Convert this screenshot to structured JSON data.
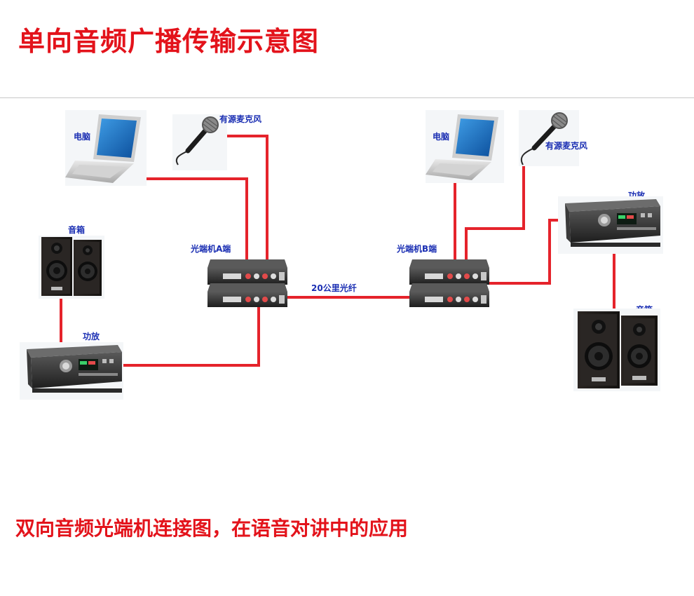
{
  "title": "单向音频广播传输示意图",
  "subtitle": "双向音频光端机连接图，在语音对讲中的应用",
  "labels": {
    "left_computer": "电脑",
    "left_mic": "有源麦克风",
    "left_speaker": "音箱",
    "left_amp": "功放",
    "terminal_a": "光端机A端",
    "fiber": "20公里光纤",
    "terminal_b": "光端机B端",
    "right_computer": "电脑",
    "right_mic": "有源麦克风",
    "right_amp": "功放",
    "right_speaker": "音箱"
  },
  "colors": {
    "title": "#e3131b",
    "wire": "#e5232b",
    "label": "#1b2fb3"
  },
  "icons": {
    "computer": "laptop-icon",
    "mic": "microphone-icon",
    "speaker": "speaker-icon",
    "amp": "amplifier-icon",
    "terminal": "fiber-terminal-icon"
  }
}
